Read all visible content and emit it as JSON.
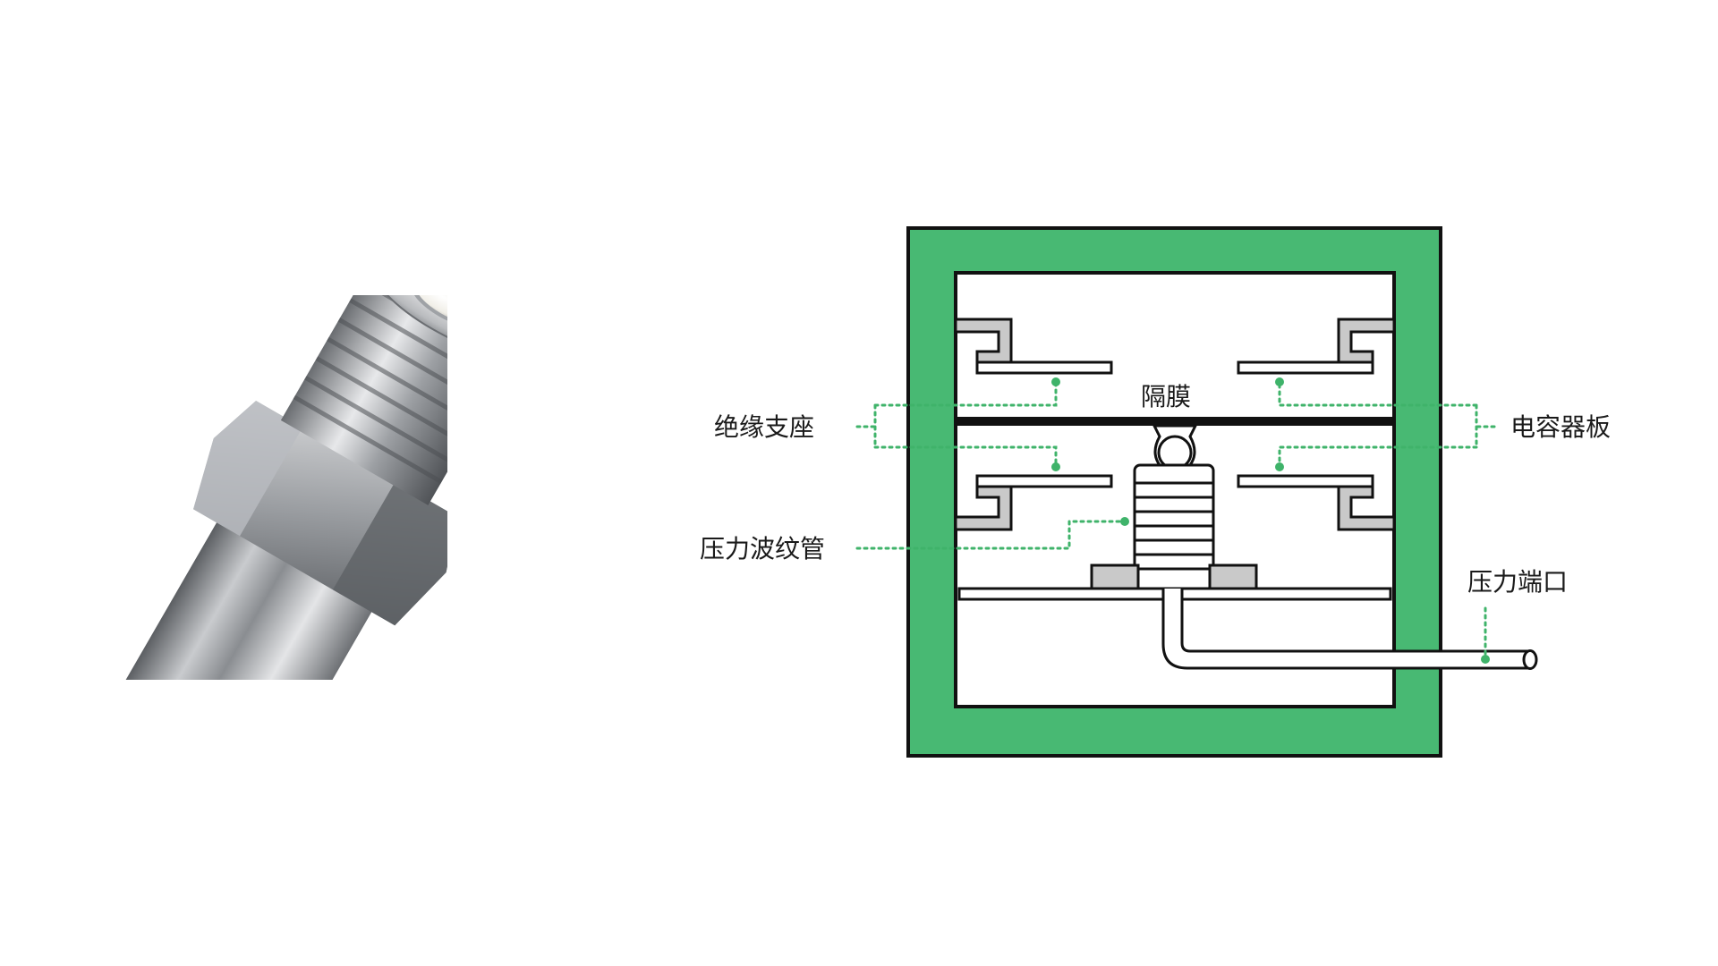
{
  "diagram": {
    "labels": {
      "insulating_support": "绝缘支座",
      "pressure_bellows": "压力波纹管",
      "diaphragm": "隔膜",
      "capacitor_plate": "电容器板",
      "pressure_port": "压力端口"
    },
    "colors": {
      "housing_green": "#48b973",
      "leader_green": "#3fb36a",
      "outline": "#111111",
      "support_gray": "#c9c9c9",
      "background": "#ffffff"
    }
  },
  "product_photo": {
    "icon": "pressure-sensor-fitting-icon"
  }
}
